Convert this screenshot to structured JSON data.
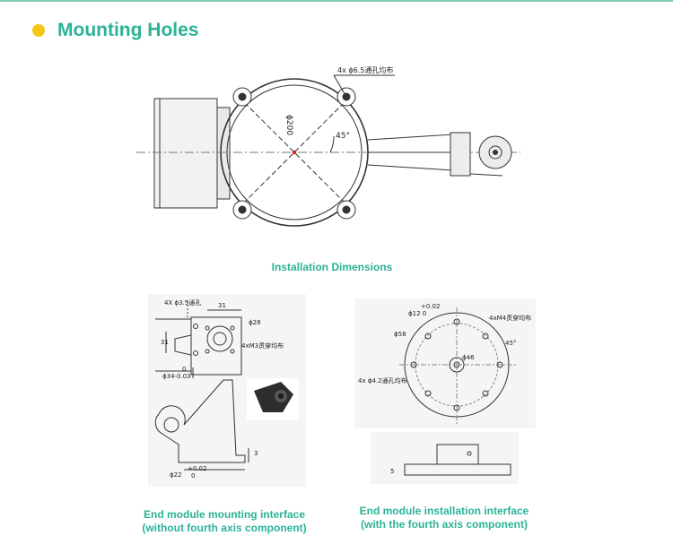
{
  "header": {
    "title": "Mounting Holes",
    "bullet_color": "#f5c518",
    "accent_color": "#2bb396"
  },
  "top_drawing": {
    "caption": "Installation Dimensions",
    "hole_note": "4x ϕ6.5通孔均布",
    "diameter_label": "ϕ200",
    "angle_label": "45°"
  },
  "left_drawing": {
    "caption_line1": "End module mounting interface",
    "caption_line2": "(without fourth axis component)",
    "labels": {
      "holes": "4X ϕ3.5通孔",
      "width": "31",
      "height": "31",
      "bore": "ϕ28",
      "threads": "4xM3贯穿均布",
      "zero": "0",
      "fit": "ϕ34-0.03",
      "tol_top": "+0.02",
      "tol_bottom": "0",
      "shaft": "ϕ22",
      "thickness": "3"
    }
  },
  "right_drawing": {
    "caption_line1": "End module installation interface",
    "caption_line2": "(with the fourth axis component)",
    "labels": {
      "tol_top": "+0.02",
      "center": "ϕ12  0",
      "threads": "4xM4贯穿均布",
      "outer": "ϕ58",
      "pcd": "ϕ46",
      "angle": "45°",
      "holes": "4x ϕ4.2通孔均布",
      "thickness": "5"
    }
  }
}
